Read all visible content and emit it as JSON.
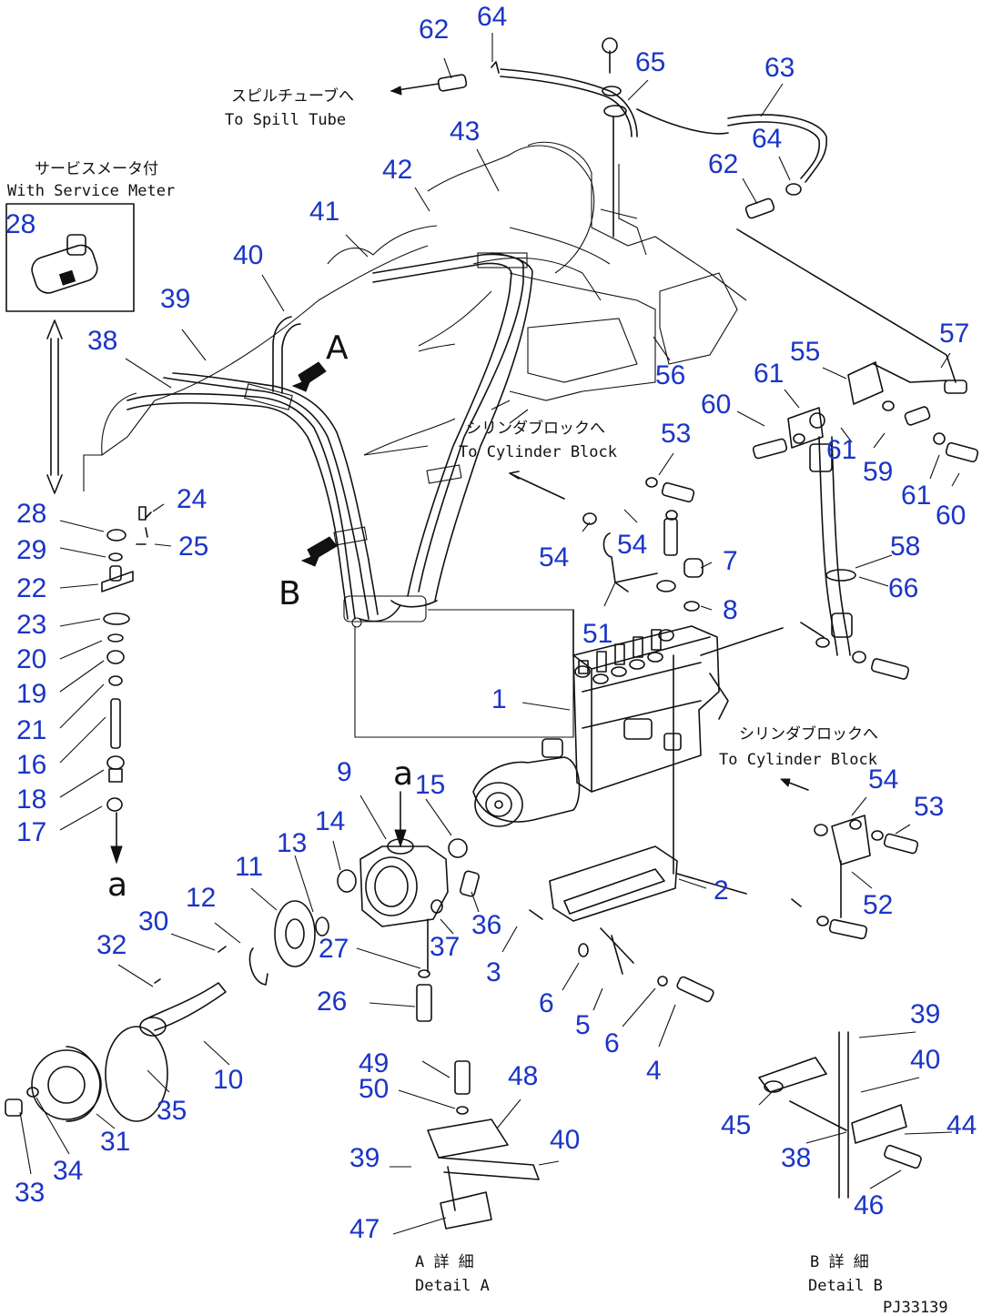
{
  "drawing_id": "PJ33139",
  "callouts": [
    {
      "id": "n62a",
      "text": "62"
    },
    {
      "id": "n64a",
      "text": "64"
    },
    {
      "id": "n65",
      "text": "65"
    },
    {
      "id": "n63",
      "text": "63"
    },
    {
      "id": "n64b",
      "text": "64"
    },
    {
      "id": "n62b",
      "text": "62"
    },
    {
      "id": "n43",
      "text": "43"
    },
    {
      "id": "n42",
      "text": "42"
    },
    {
      "id": "n41",
      "text": "41"
    },
    {
      "id": "n40a",
      "text": "40"
    },
    {
      "id": "n39a",
      "text": "39"
    },
    {
      "id": "n38a",
      "text": "38"
    },
    {
      "id": "n28a",
      "text": "28"
    },
    {
      "id": "n57",
      "text": "57"
    },
    {
      "id": "n55",
      "text": "55"
    },
    {
      "id": "n61a",
      "text": "61"
    },
    {
      "id": "n60a",
      "text": "60"
    },
    {
      "id": "n56",
      "text": "56"
    },
    {
      "id": "n61b",
      "text": "61"
    },
    {
      "id": "n59",
      "text": "59"
    },
    {
      "id": "n61c",
      "text": "61"
    },
    {
      "id": "n60b",
      "text": "60"
    },
    {
      "id": "n53a",
      "text": "53"
    },
    {
      "id": "n54a",
      "text": "54"
    },
    {
      "id": "n54b",
      "text": "54"
    },
    {
      "id": "n7",
      "text": "7"
    },
    {
      "id": "n58",
      "text": "58"
    },
    {
      "id": "n66",
      "text": "66"
    },
    {
      "id": "n8",
      "text": "8"
    },
    {
      "id": "n51",
      "text": "51"
    },
    {
      "id": "n28b",
      "text": "28"
    },
    {
      "id": "n24",
      "text": "24"
    },
    {
      "id": "n29",
      "text": "29"
    },
    {
      "id": "n25",
      "text": "25"
    },
    {
      "id": "n22",
      "text": "22"
    },
    {
      "id": "n23",
      "text": "23"
    },
    {
      "id": "n20",
      "text": "20"
    },
    {
      "id": "n19",
      "text": "19"
    },
    {
      "id": "n21",
      "text": "21"
    },
    {
      "id": "n16",
      "text": "16"
    },
    {
      "id": "n18",
      "text": "18"
    },
    {
      "id": "n17",
      "text": "17"
    },
    {
      "id": "n1",
      "text": "1"
    },
    {
      "id": "n9",
      "text": "9"
    },
    {
      "id": "n15",
      "text": "15"
    },
    {
      "id": "n54c",
      "text": "54"
    },
    {
      "id": "n53b",
      "text": "53"
    },
    {
      "id": "n14",
      "text": "14"
    },
    {
      "id": "n13",
      "text": "13"
    },
    {
      "id": "n11",
      "text": "11"
    },
    {
      "id": "n12",
      "text": "12"
    },
    {
      "id": "n30",
      "text": "30"
    },
    {
      "id": "n2",
      "text": "2"
    },
    {
      "id": "n52",
      "text": "52"
    },
    {
      "id": "n36",
      "text": "36"
    },
    {
      "id": "n37",
      "text": "37"
    },
    {
      "id": "n27",
      "text": "27"
    },
    {
      "id": "n32",
      "text": "32"
    },
    {
      "id": "n3",
      "text": "3"
    },
    {
      "id": "n26",
      "text": "26"
    },
    {
      "id": "n6a",
      "text": "6"
    },
    {
      "id": "n5",
      "text": "5"
    },
    {
      "id": "n6b",
      "text": "6"
    },
    {
      "id": "n4",
      "text": "4"
    },
    {
      "id": "n10",
      "text": "10"
    },
    {
      "id": "n35",
      "text": "35"
    },
    {
      "id": "n49",
      "text": "49"
    },
    {
      "id": "n48",
      "text": "48"
    },
    {
      "id": "n50",
      "text": "50"
    },
    {
      "id": "n31",
      "text": "31"
    },
    {
      "id": "n39b",
      "text": "39"
    },
    {
      "id": "n40b",
      "text": "40"
    },
    {
      "id": "n45",
      "text": "45"
    },
    {
      "id": "n44",
      "text": "44"
    },
    {
      "id": "n38b",
      "text": "38"
    },
    {
      "id": "n33",
      "text": "33"
    },
    {
      "id": "n34",
      "text": "34"
    },
    {
      "id": "n46",
      "text": "46"
    },
    {
      "id": "n47",
      "text": "47"
    },
    {
      "id": "n39c",
      "text": "39"
    },
    {
      "id": "n40c",
      "text": "40"
    }
  ],
  "captions": {
    "spill_tube_jp": "スピルチューブへ",
    "spill_tube_en": "To Spill Tube",
    "service_meter_jp": "サービスメータ付",
    "service_meter_en": "With Service Meter",
    "cyl_block1_jp": "シリンダブロックへ",
    "cyl_block1_en": "To Cylinder Block",
    "cyl_block2_jp": "シリンダブロックへ",
    "cyl_block2_en": "To Cylinder Block",
    "detail_a_jp": "A 詳 細",
    "detail_a_en": "Detail A",
    "detail_b_jp": "B 詳 細",
    "detail_b_en": "Detail B"
  },
  "view_letters": {
    "a_top": "a",
    "a_left": "a",
    "A": "A",
    "B": "B"
  }
}
